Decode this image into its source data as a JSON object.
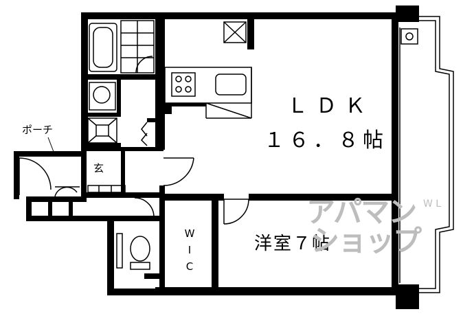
{
  "rooms": {
    "ldk": {
      "name": "ＬＤＫ",
      "area": "１６．８帖"
    },
    "bedroom": {
      "name": "洋室７帖"
    },
    "porch": {
      "name": "ポーチ"
    },
    "entrance": {
      "name": "玄"
    },
    "wic": {
      "name": "W I C"
    }
  },
  "watermark": {
    "line1": "アパマン",
    "line2": "ショップ",
    "sub": "W L"
  },
  "colors": {
    "wall": "#000000",
    "fixture": "#000000",
    "watermark": "#bdbdbd",
    "background": "#ffffff"
  }
}
